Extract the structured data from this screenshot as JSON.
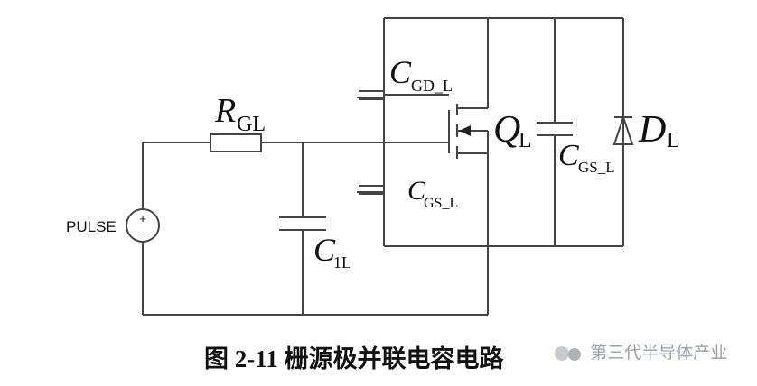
{
  "diagram": {
    "labels": {
      "rgl": {
        "main": "R",
        "sub": "GL"
      },
      "cgd": {
        "main": "C",
        "sub": "GD_L"
      },
      "cgs_in": {
        "main": "C",
        "sub": "GS_L"
      },
      "q": {
        "main": "Q",
        "sub": "L"
      },
      "cgs_ext": {
        "main": "C",
        "sub": "GS_L"
      },
      "d": {
        "main": "D",
        "sub": "L"
      },
      "c1": {
        "main": "C",
        "sub": "1L"
      },
      "pulse": "PULSE",
      "plus": "+",
      "minus": "−"
    },
    "caption": "图 2-11 栅源极并联电容电路",
    "watermark": "第三代半导体产业"
  }
}
